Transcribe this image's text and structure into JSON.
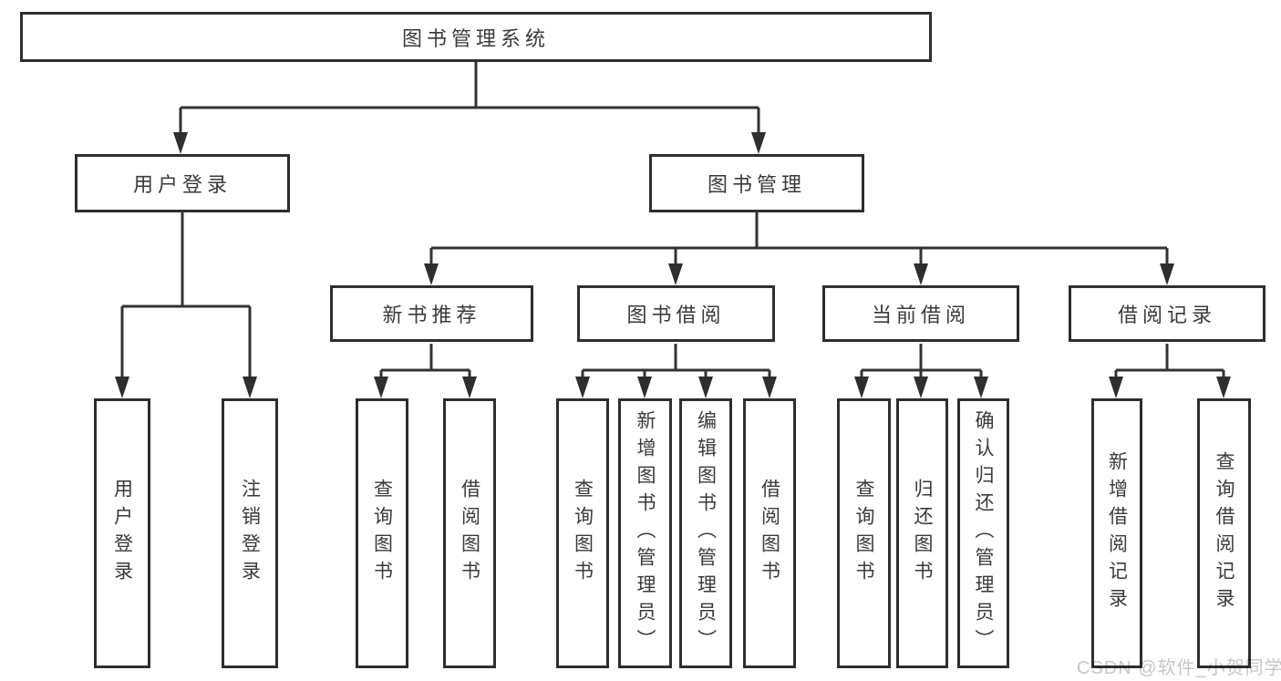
{
  "diagram": {
    "title_node": {
      "label": "图书管理系统"
    },
    "level1": [
      {
        "id": "user-login",
        "label": "用户登录"
      },
      {
        "id": "book-management",
        "label": "图书管理"
      }
    ],
    "level2": [
      {
        "id": "new-book-recommend",
        "label": "新书推荐"
      },
      {
        "id": "book-borrow",
        "label": "图书借阅"
      },
      {
        "id": "current-borrow",
        "label": "当前借阅"
      },
      {
        "id": "borrow-records",
        "label": "借阅记录"
      }
    ],
    "leaves": {
      "user_login": [
        {
          "label": "用户登录"
        },
        {
          "label": "注销登录"
        }
      ],
      "new_book_recommend": [
        {
          "label": "查询图书"
        },
        {
          "label": "借阅图书"
        }
      ],
      "book_borrow": [
        {
          "label": "查询图书"
        },
        {
          "label": "新增图书（管理员）"
        },
        {
          "label": "编辑图书（管理员）"
        },
        {
          "label": "借阅图书"
        }
      ],
      "current_borrow": [
        {
          "label": "查询图书"
        },
        {
          "label": "归还图书"
        },
        {
          "label": "确认归还（管理员）"
        }
      ],
      "borrow_records": [
        {
          "label": "新增借阅记录"
        },
        {
          "label": "查询借阅记录"
        }
      ]
    }
  },
  "watermark": {
    "text": "CSDN @软件_小贺同学",
    "color": "#c7c7c7"
  },
  "colors": {
    "border": "#2e2e2e",
    "line": "#333333",
    "text": "#3a3a3a",
    "background": "#ffffff"
  }
}
